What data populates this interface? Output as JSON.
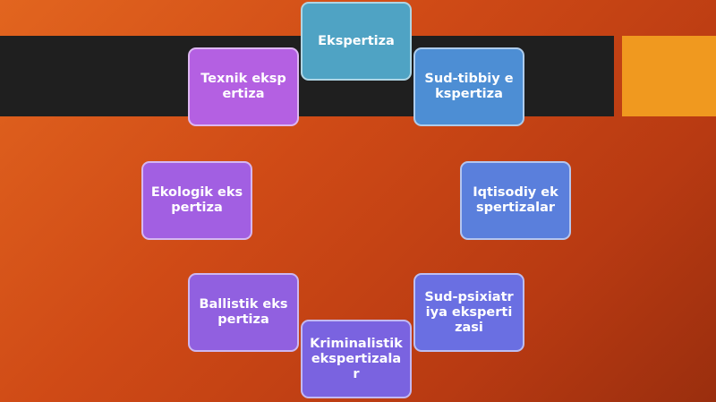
{
  "diagram": {
    "nodes": [
      {
        "id": "ekspertiza",
        "label": "Ekspertiza",
        "color": "#4fa3c4"
      },
      {
        "id": "sud-tibbiy",
        "label": "Sud-tibbiy ekspertiza",
        "color": "#4d8ed4"
      },
      {
        "id": "iqtisodiy",
        "label": "Iqtisodiy ekspertizalar",
        "color": "#5a7fdc"
      },
      {
        "id": "sud-psixiatriya",
        "label": "Sud-psixiatriya ekspertizasi",
        "color": "#6a6fe2"
      },
      {
        "id": "kriminalistik",
        "label": "Kriminalistik ekspertizalar",
        "color": "#7a63e0"
      },
      {
        "id": "ballistik",
        "label": "Ballistik ekspertiza",
        "color": "#9160e0"
      },
      {
        "id": "ekologik",
        "label": "Ekologik ekspertiza",
        "color": "#a25fe2"
      },
      {
        "id": "texnik",
        "label": "Texnik ekspertiza",
        "color": "#b460e2"
      }
    ]
  },
  "theme": {
    "band_color": "#1f1f1f",
    "accent_color": "#f0991f"
  }
}
